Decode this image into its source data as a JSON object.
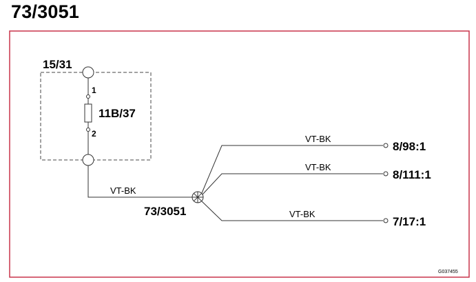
{
  "title": "73/3051",
  "frame_color": "#c8334a",
  "component": {
    "group_label": "15/31",
    "fuse_label": "11B/37",
    "pin_top": "1",
    "pin_bottom": "2"
  },
  "splice": {
    "label": "73/3051",
    "input_wire_color": "VT-BK"
  },
  "branches": [
    {
      "wire_color": "VT-BK",
      "terminal": "8/98:1"
    },
    {
      "wire_color": "VT-BK",
      "terminal": "8/111:1"
    },
    {
      "wire_color": "VT-BK",
      "terminal": "7/17:1"
    }
  ],
  "figure_ref": "G037455"
}
